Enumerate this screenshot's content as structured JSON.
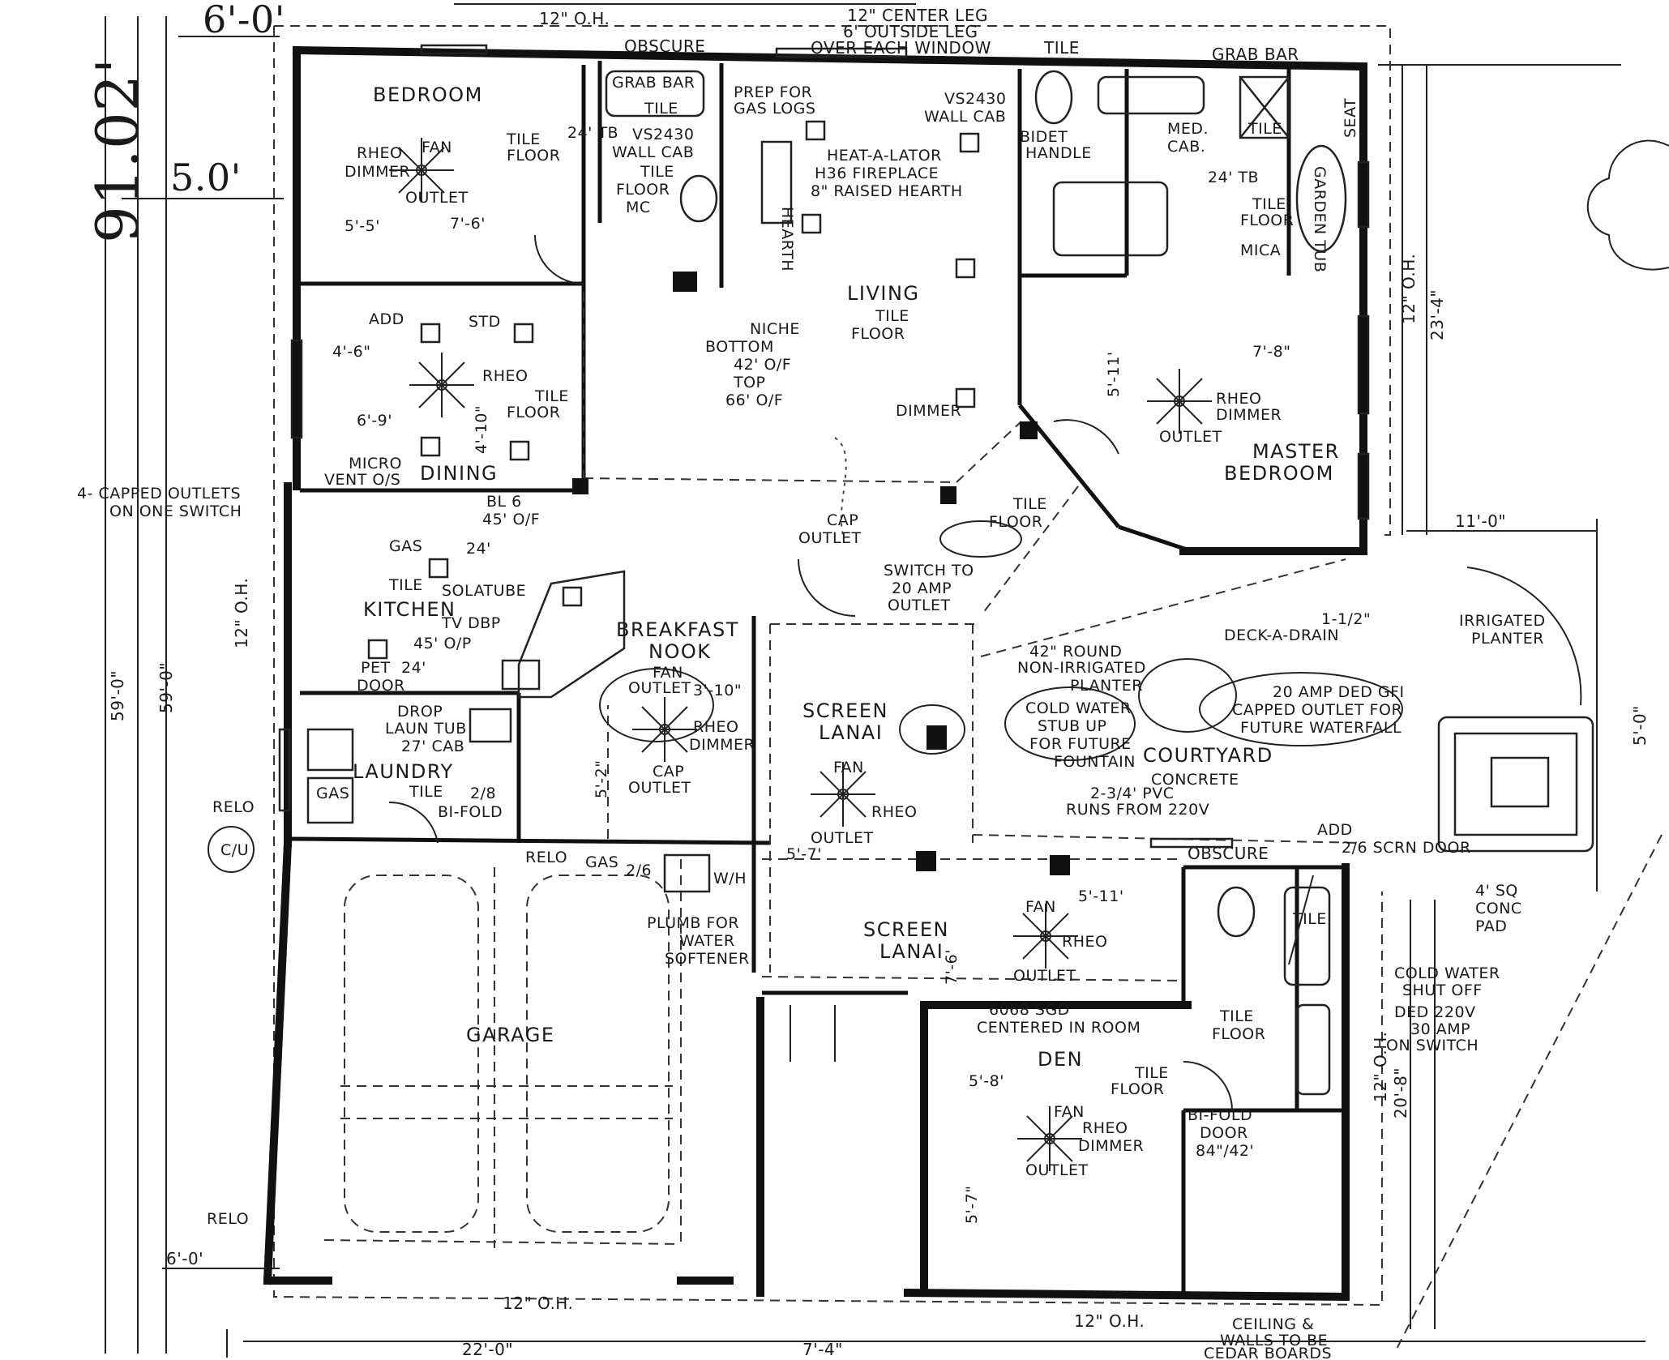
{
  "colors": {
    "ink": "#111111",
    "paper": "#ffffff"
  },
  "dimensions": {
    "top_oh": "12\" O.H.",
    "top_center": "12\" CENTER LEG",
    "top_outside": "6' OUTSIDE LEG",
    "top_window": "OVER EACH WINDOW",
    "d_6_0_top": "6'-0'",
    "d_91_02": "91.02'",
    "d_5_0": "5.0'",
    "d_59_0_a": "59'-0\"",
    "d_59_0_b": "59'-0\"",
    "left_oh": "12\" O.H.",
    "d_6_0_bottom": "6'-0'",
    "d_22_0": "22'-0\"",
    "bottom_oh_left": "12\" O.H.",
    "bottom_oh_right": "12\" O.H.",
    "d_7_4": "7'-4\"",
    "right_oh_top": "12\" O.H.",
    "d_23_4": "23'-4\"",
    "d_11_0": "11'-0\"",
    "d_5_0_right": "5'-0\"",
    "right_oh_bottom": "12\" O.H.",
    "d_20_8": "20'-8\"",
    "obscure_top": "OBSCURE",
    "obscure_mid": "OBSCURE",
    "grab_bar_top": "GRAB BAR",
    "tile_top": "TILE"
  },
  "rooms": {
    "bedroom": "BEDROOM",
    "living": "LIVING",
    "master_bedroom_1": "MASTER",
    "master_bedroom_2": "BEDROOM",
    "dining": "DINING",
    "kitchen": "KITCHEN",
    "breakfast_1": "BREAKFAST",
    "breakfast_2": "NOOK",
    "screen_lanai_1a": "SCREEN",
    "screen_lanai_1b": "LANAI",
    "courtyard": "COURTYARD",
    "laundry": "LAUNDRY",
    "garage": "GARAGE",
    "screen_lanai_2a": "SCREEN",
    "screen_lanai_2b": "LANAI",
    "den": "DEN"
  },
  "notes": {
    "bedroom_tile": "TILE",
    "bedroom_floor": "FLOOR",
    "rheo_dimmer_bed": "RHEO",
    "dimmer_bed": "DIMMER",
    "outlet_bed": "OUTLET",
    "fan_bed": "FAN",
    "d_5_5": "5'-5'",
    "d_7_6": "7'-6'",
    "tb_24": "24' TB",
    "grab_bar": "GRAB BAR",
    "tile_bath": "TILE",
    "vs2430_a": "VS2430",
    "wall_cab_a": "WALL CAB",
    "tile_floor_bath1": "TILE",
    "tile_floor_bath2": "FLOOR",
    "mc": "MC",
    "prep_gas_1": "PREP FOR",
    "prep_gas_2": "GAS LOGS",
    "hearth": "HEARTH",
    "heatalator": "HEAT-A-LATOR",
    "fireplace": "H36 FIREPLACE",
    "raised_hearth": "8\" RAISED HEARTH",
    "vs2430_b": "VS2430",
    "wall_cab_b": "WALL CAB",
    "bidet_1": "BIDET",
    "bidet_2": "HANDLE",
    "med_cab_1": "MED.",
    "med_cab_2": "CAB.",
    "tb_24b": "24' TB",
    "tile_floor_m1": "TILE",
    "tile_floor_m2": "FLOOR",
    "mica": "MICA",
    "tile_shower": "TILE",
    "seat": "SEAT",
    "garden_tub": "GARDEN TUB",
    "living_tile": "TILE",
    "living_floor": "FLOOR",
    "niche_1": "NICHE",
    "niche_2": "BOTTOM",
    "niche_3": "42' O/F",
    "niche_4": "TOP",
    "niche_5": "66' O/F",
    "dimmer_living": "DIMMER",
    "d_7_8": "7'-8\"",
    "d_5_11": "5'-11'",
    "rheo_master": "RHEO",
    "dimmer_master": "DIMMER",
    "outlet_master": "OUTLET",
    "std": "STD",
    "add": "ADD",
    "d_4_6": "4'-6\"",
    "rheo_dining": "RHEO",
    "dining_tile": "TILE",
    "dining_floor": "FLOOR",
    "d_6_9": "6'-9'",
    "d_4_10": "4'-10\"",
    "micro": "MICRO",
    "vent_os": "VENT O/S",
    "capped_1": "4- CAPPED OUTLETS",
    "capped_2": "ON ONE SWITCH",
    "bl_1": "BL 6",
    "bl_2": "45' O/F",
    "gas": "GAS",
    "h24": "24'",
    "kitchen_tile": "TILE",
    "solatube": "SOLATUBE",
    "tv_dbp": "TV  DBP",
    "d45": "45' O/P",
    "d24": "24'",
    "pet_door_1": "PET",
    "pet_door_2": "DOOR",
    "drop_1": "DROP",
    "laun_tub_1": "LAUN TUB",
    "laun_tub_2": "27' CAB",
    "gas_laundry": "GAS",
    "laundry_tile": "TILE",
    "bifold_1": "2/8",
    "bifold_2": "BI-FOLD",
    "relo_1": "RELO",
    "cu": "C/U",
    "tile_floor_hall1": "TILE",
    "tile_floor_hall2": "FLOOR",
    "cap_outlet_1": "CAP",
    "cap_outlet_2": "OUTLET",
    "switch_1": "SWITCH TO",
    "switch_2": "20 AMP",
    "switch_3": "OUTLET",
    "fan_nook": "FAN",
    "outlet_nook": "OUTLET",
    "d_3_10": "3'-10\"",
    "rheo_nook": "RHEO",
    "dimmer_nook": "DIMMER",
    "cap_nook_1": "CAP",
    "cap_nook_2": "OUTLET",
    "d_5_2": "5'-2\"",
    "fan_lanai": "FAN",
    "rheo_lanai": "RHEO",
    "outlet_lanai": "OUTLET",
    "d_5_7": "5'-7'",
    "round_1": "42\" ROUND",
    "round_2": "NON-IRRIGATED",
    "round_3": "PLANTER",
    "cold_1": "COLD WATER",
    "cold_2": "STUB UP",
    "cold_3": "FOR FUTURE",
    "cold_4": "FOUNTAIN",
    "deck_drain": "1-1/2\"",
    "deck_drain2": "DECK-A-DRAIN",
    "gfi_1": "20 AMP DED GFI",
    "gfi_2": "CAPPED OUTLET FOR",
    "gfi_3": "FUTURE WATERFALL",
    "irrigated_1": "IRRIGATED",
    "irrigated_2": "PLANTER",
    "concrete": "CONCRETE",
    "pvc_1": "2-3/4' PVC",
    "pvc_2": "RUNS FROM 220V",
    "add2": "ADD",
    "screen_door": "2/6 SCRN DOOR",
    "slab_1": "4' SQ",
    "slab_2": "CONC",
    "slab_3": "PAD",
    "relo_2": "RELO",
    "gas_wh": "GAS",
    "d_2_6": "2/6",
    "wh": "W/H",
    "plumb_1": "PLUMB FOR",
    "plumb_2": "WATER",
    "plumb_3": "SOFTENER",
    "fan_lanai2": "FAN",
    "rheo_lanai2": "RHEO",
    "outlet_lanai2": "OUTLET",
    "d_5_11b": "5'-11'",
    "d_7_6b": "7'-6'",
    "scd_1": "6068 SGD",
    "scd_2": "CENTERED IN ROOM",
    "den_tile": "TILE",
    "den_floor": "FLOOR",
    "d_5_8": "5'-8'",
    "fan_den": "FAN",
    "rheo_den": "RHEO",
    "dimmer_den": "DIMMER",
    "outlet_den": "OUTLET",
    "d_5_7b": "5'-7\"",
    "tile_bath3": "TILE",
    "tile_floor_3a": "TILE",
    "tile_floor_3b": "FLOOR",
    "bifold_door_1": "BI-FOLD",
    "bifold_door_2": "DOOR",
    "bifold_door_3": "84\"/42'",
    "cold_shut_1": "COLD WATER",
    "cold_shut_2": "SHUT OFF",
    "ded_1": "DED 220V",
    "ded_2": "30 AMP",
    "ded_3": "ON SWITCH",
    "relo_3": "RELO",
    "ceiling_1": "CEILING &",
    "ceiling_2": "WALLS TO BE",
    "ceiling_3": "CEDAR BOARDS"
  }
}
